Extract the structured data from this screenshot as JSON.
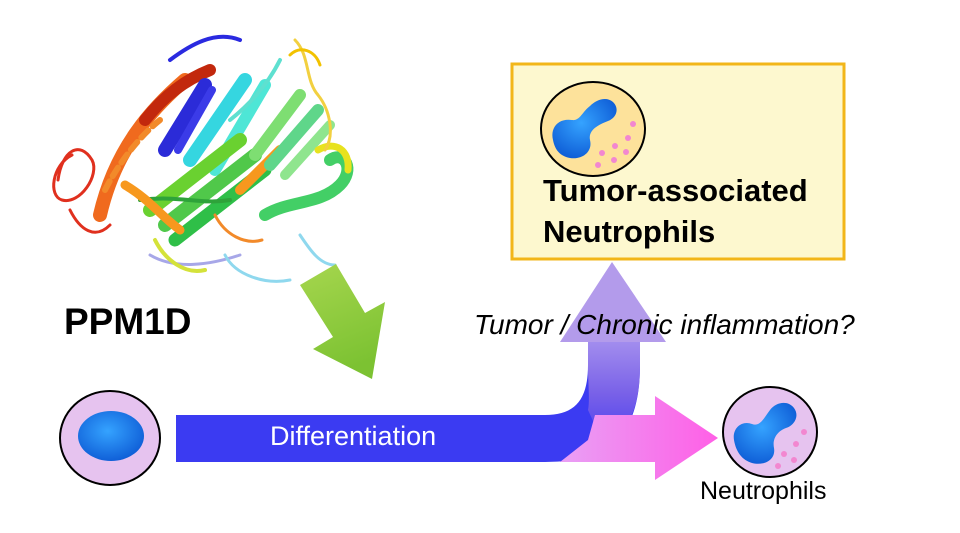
{
  "labels": {
    "protein": "PPM1D",
    "tumor_associated_line1": "Tumor-associated",
    "tumor_associated_line2": "Neutrophils",
    "condition": "Tumor / Chronic inflammation?",
    "process": "Differentiation",
    "neutrophils": "Neutrophils"
  },
  "colors": {
    "box_fill": "#fdf8cf",
    "box_border": "#f2b619",
    "main_arrow_blue": "#3d3df2",
    "main_arrow_purple": "#9a6de4",
    "branch_arrow_pink": "#ff6be6",
    "down_arrow_green": "#8ccb3c",
    "precursor_cell_fill": "#e6c3ef",
    "nucleus_blue": "#1a7cf0",
    "tan_cell_fill": "#fde29b",
    "granule_pink": "#f287d0"
  },
  "icons": {
    "protein_structure": "ppm1d-ribbon-structure-icon",
    "precursor_cell": "precursor-cell-icon",
    "tumor_neutrophil": "tumor-associated-neutrophil-icon",
    "neutrophil": "neutrophil-icon"
  }
}
